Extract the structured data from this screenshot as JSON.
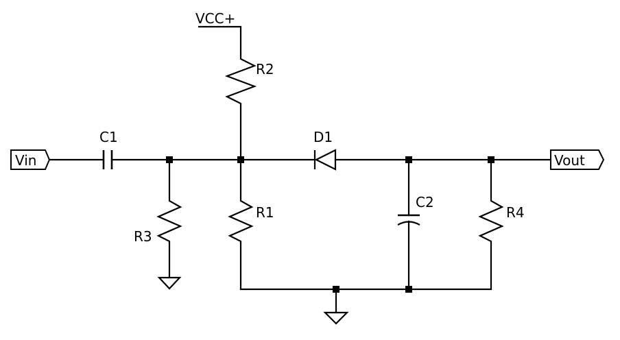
{
  "supply": {
    "label": "VCC+"
  },
  "ports": {
    "input": "Vin",
    "output": "Vout"
  },
  "components": {
    "c1": "C1",
    "c2": "C2",
    "r1": "R1",
    "r2": "R2",
    "r3": "R3",
    "r4": "R4",
    "d1": "D1"
  },
  "colors": {
    "ink": "#000000",
    "background": "#ffffff"
  }
}
